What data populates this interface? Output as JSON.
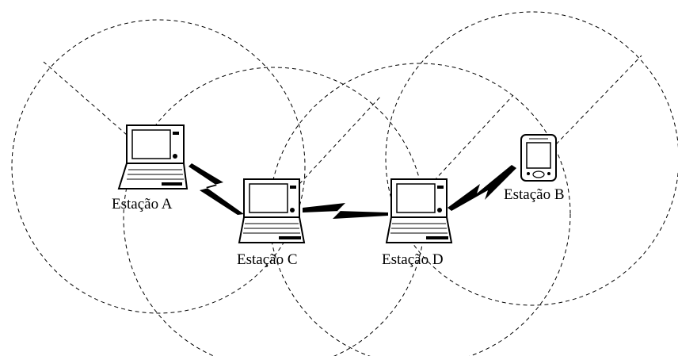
{
  "diagram": {
    "stations": {
      "a": {
        "label": "Estação A",
        "device": "laptop"
      },
      "b": {
        "label": "Estação B",
        "device": "pda"
      },
      "c": {
        "label": "Estação C",
        "device": "laptop"
      },
      "d": {
        "label": "Estação D",
        "device": "laptop"
      }
    },
    "links": [
      {
        "from": "Estação A",
        "to": "Estação C",
        "type": "wireless"
      },
      {
        "from": "Estação C",
        "to": "Estação D",
        "type": "wireless"
      },
      {
        "from": "Estação D",
        "to": "Estação B",
        "type": "wireless"
      }
    ],
    "colors": {
      "line": "#000000",
      "device_screen": "#ffffff",
      "device_body": "#ffffff"
    }
  }
}
